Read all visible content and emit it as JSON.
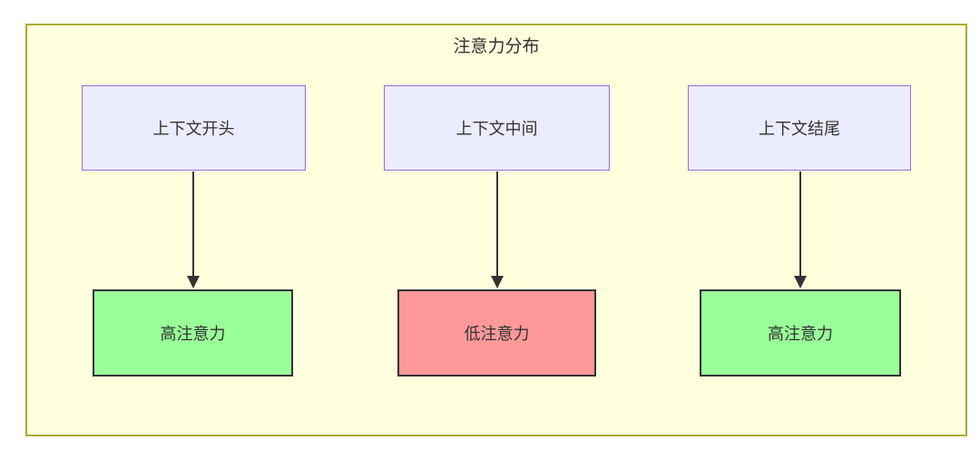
{
  "diagram": {
    "type": "flowchart",
    "container": {
      "title": "注意力分布"
    },
    "columns": [
      {
        "source": "上下文开头",
        "result": "高注意力",
        "attention_level": "high"
      },
      {
        "source": "上下文中间",
        "result": "低注意力",
        "attention_level": "low"
      },
      {
        "source": "上下文结尾",
        "result": "高注意力",
        "attention_level": "high"
      }
    ],
    "colors": {
      "container_fill": "#ffffde",
      "container_border": "#aaaa33",
      "source_fill": "#ECECFF",
      "source_border": "#9370DB",
      "high_fill": "#99ff99",
      "low_fill": "#ff9999",
      "result_border": "#333333",
      "text": "#333333",
      "arrow": "#333333"
    }
  }
}
